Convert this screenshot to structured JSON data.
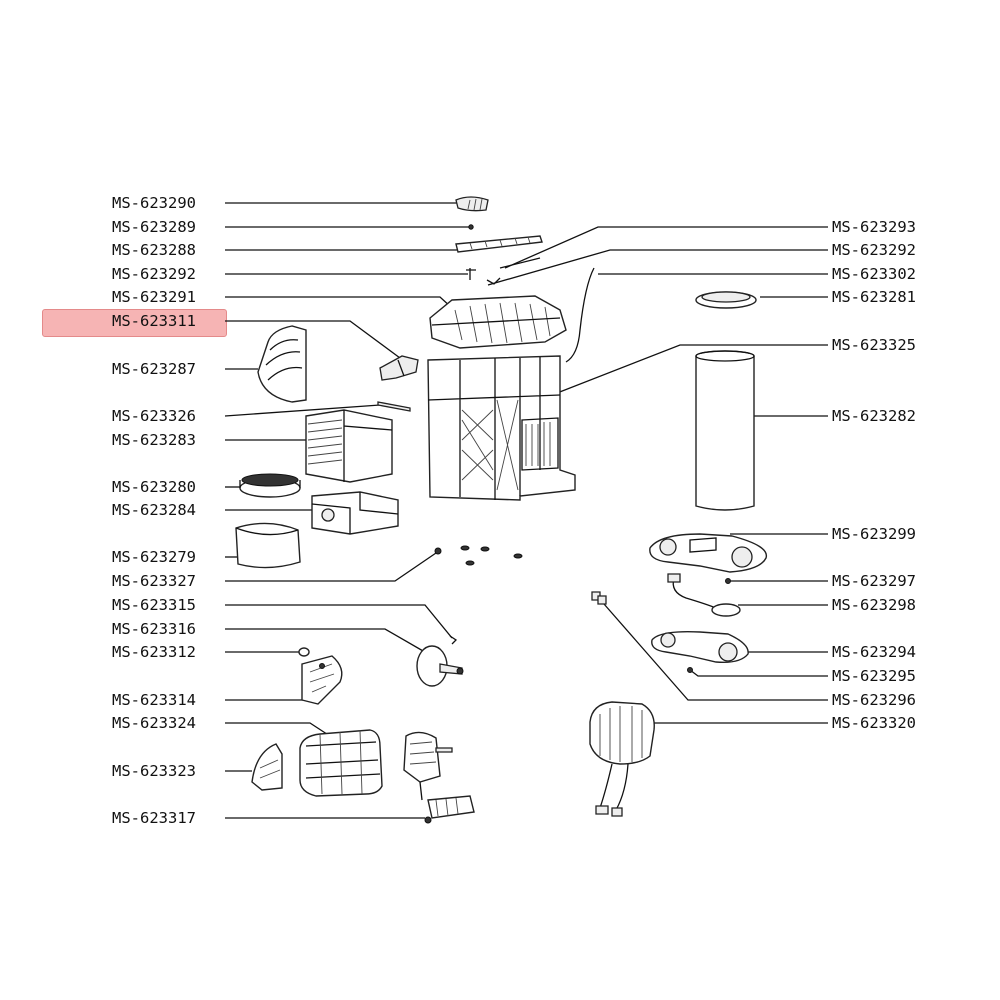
{
  "diagram": {
    "highlight_color": "#f6b4b4",
    "left_labels": [
      {
        "id": "l0",
        "text": "MS-623290"
      },
      {
        "id": "l1",
        "text": "MS-623289"
      },
      {
        "id": "l2",
        "text": "MS-623288"
      },
      {
        "id": "l3",
        "text": "MS-623292"
      },
      {
        "id": "l4",
        "text": "MS-623291"
      },
      {
        "id": "l5",
        "text": "MS-623311",
        "highlighted": true
      },
      {
        "id": "l6",
        "text": "MS-623287"
      },
      {
        "id": "l7",
        "text": "MS-623326"
      },
      {
        "id": "l8",
        "text": "MS-623283"
      },
      {
        "id": "l9",
        "text": "MS-623280"
      },
      {
        "id": "l10",
        "text": "MS-623284"
      },
      {
        "id": "l11",
        "text": "MS-623279"
      },
      {
        "id": "l12",
        "text": "MS-623327"
      },
      {
        "id": "l13",
        "text": "MS-623315"
      },
      {
        "id": "l14",
        "text": "MS-623316"
      },
      {
        "id": "l15",
        "text": "MS-623312"
      },
      {
        "id": "l16",
        "text": "MS-623314"
      },
      {
        "id": "l17",
        "text": "MS-623324"
      },
      {
        "id": "l18",
        "text": "MS-623323"
      },
      {
        "id": "l19",
        "text": "MS-623317"
      }
    ],
    "right_labels": [
      {
        "id": "r0",
        "text": "MS-623293"
      },
      {
        "id": "r1",
        "text": "MS-623292"
      },
      {
        "id": "r2",
        "text": "MS-623302"
      },
      {
        "id": "r3",
        "text": "MS-623281"
      },
      {
        "id": "r4",
        "text": "MS-623325"
      },
      {
        "id": "r5",
        "text": "MS-623282"
      },
      {
        "id": "r6",
        "text": "MS-623299"
      },
      {
        "id": "r7",
        "text": "MS-623297"
      },
      {
        "id": "r8",
        "text": "MS-623298"
      },
      {
        "id": "r9",
        "text": "MS-623294"
      },
      {
        "id": "r10",
        "text": "MS-623295"
      },
      {
        "id": "r11",
        "text": "MS-623296"
      },
      {
        "id": "r12",
        "text": "MS-623320"
      }
    ]
  }
}
